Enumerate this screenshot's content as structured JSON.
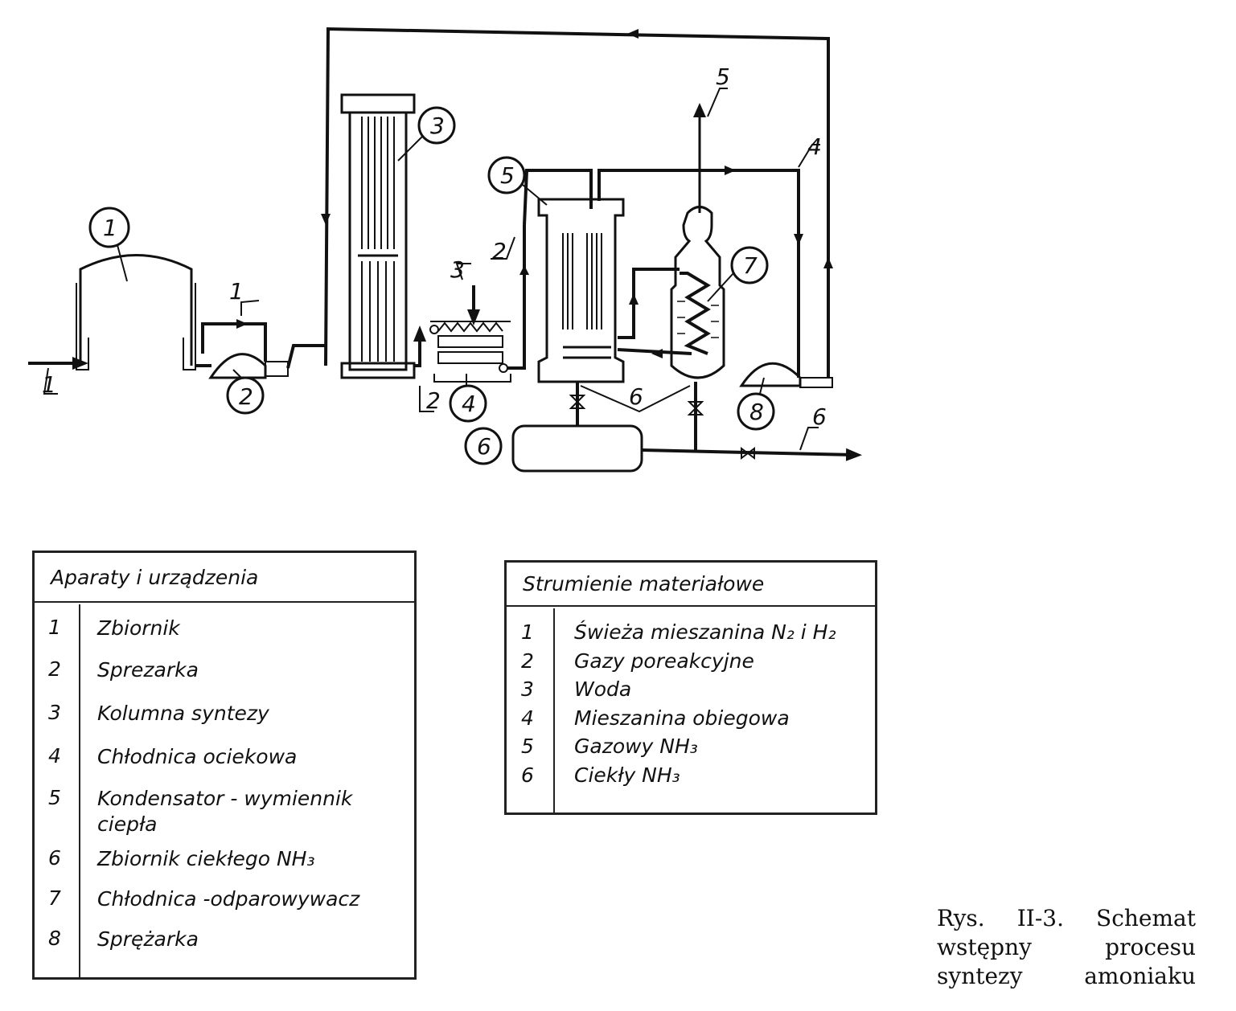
{
  "diagram": {
    "callouts": {
      "eq1": "1",
      "eq2": "2",
      "eq3": "3",
      "eq4": "4",
      "eq5": "5",
      "eq6": "6",
      "eq7": "7",
      "eq8": "8"
    },
    "streams": {
      "s1_in": "1",
      "s1_pipe": "1",
      "s2_a": "2",
      "s2_b": "2",
      "s3": "3",
      "s4": "4",
      "s5": "5",
      "s6_a": "6",
      "s6_b": "6"
    }
  },
  "legend_equipment": {
    "title": "Aparaty i urządzenia",
    "items": [
      {
        "num": "1",
        "label": "Zbiornik"
      },
      {
        "num": "2",
        "label": "Sprezarka"
      },
      {
        "num": "3",
        "label": "Kolumna syntezy"
      },
      {
        "num": "4",
        "label": "Chłodnica ociekowa"
      },
      {
        "num": "5",
        "label": "Kondensator - wymiennik ciepła"
      },
      {
        "num": "6",
        "label": "Zbiornik ciekłego NH₃"
      },
      {
        "num": "7",
        "label": "Chłodnica -odparowywacz"
      },
      {
        "num": "8",
        "label": "Sprężarka"
      }
    ]
  },
  "legend_streams": {
    "title": "Strumienie materiałowe",
    "items": [
      {
        "num": "1",
        "label": "Świeża mieszanina N₂ i H₂"
      },
      {
        "num": "2",
        "label": "Gazy poreakcyjne"
      },
      {
        "num": "3",
        "label": "Woda"
      },
      {
        "num": "4",
        "label": "Mieszanina obiegowa"
      },
      {
        "num": "5",
        "label": "Gazowy NH₃"
      },
      {
        "num": "6",
        "label": "Ciekły NH₃"
      }
    ]
  },
  "caption": {
    "line1": "Rys. II-3. Schemat",
    "line2": "wstępny procesu",
    "line3": "syntezy amoniaku"
  }
}
